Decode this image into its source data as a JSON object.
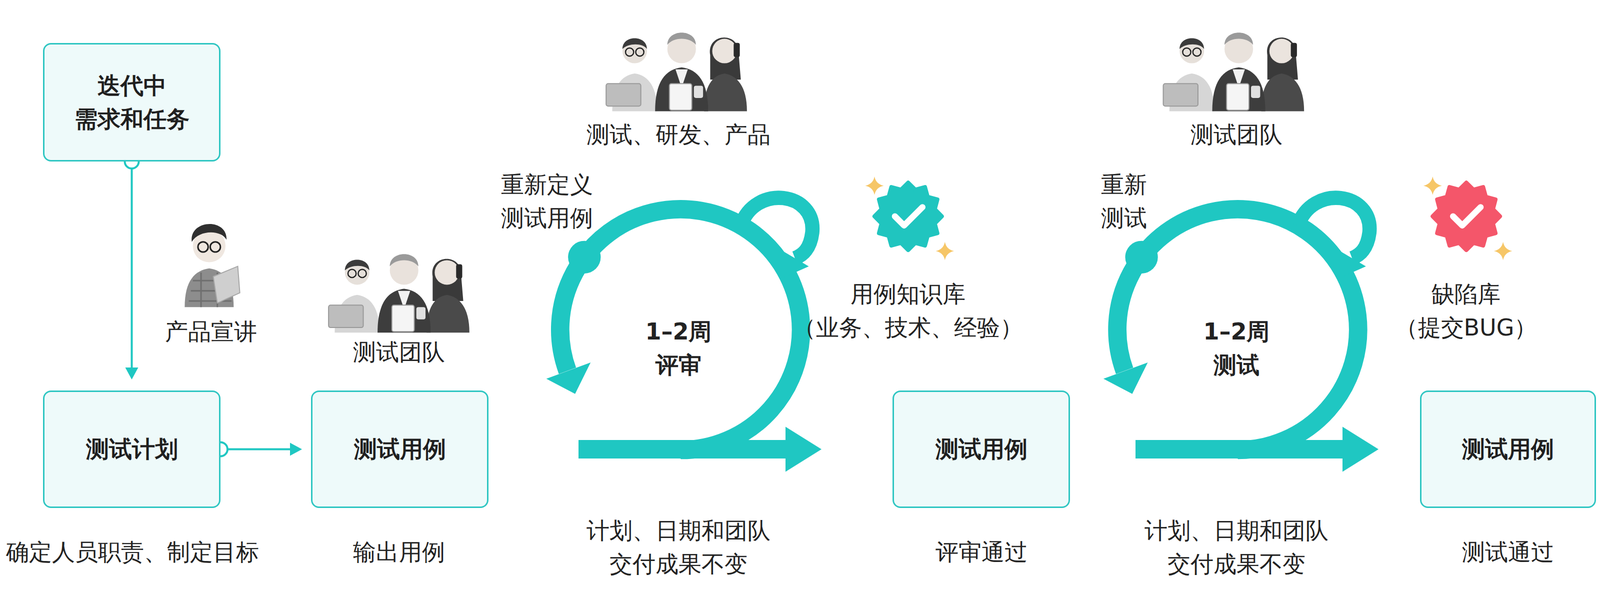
{
  "diagram": {
    "nodes": [
      {
        "text": [
          "迭代中 需求和任务"
        ]
      },
      {
        "text": [
          "测试计划"
        ]
      },
      {
        "text": [
          "测试用例"
        ]
      },
      {
        "text": [
          "测试用例"
        ]
      },
      {
        "text": [
          "测试用例"
        ]
      }
    ],
    "edges": [
      {
        "from": 0,
        "to": 1,
        "arrow": "to"
      },
      {
        "from": 1,
        "to": 2,
        "arrow": "to"
      },
      {
        "from": 2,
        "to": 3,
        "arrow": "to"
      },
      {
        "from": 3,
        "to": 4,
        "arrow": "to"
      }
    ],
    "labels": [
      "产品宣讲",
      "测试团队",
      "确定人员职责、制定目标",
      "输出用例",
      "测试、研发、产品",
      "重新定义 测试用例",
      "1–2周 评审",
      "用例知识库 （业务、技术、经验）",
      "计划、日期和团队 交付成果不变",
      "评审通过",
      "测试团队",
      "重新 测试",
      "1–2周 测试",
      "缺陷库 （提交BUG）",
      "计划、日期和团队 交付成果不变",
      "测试通过"
    ]
  }
}
